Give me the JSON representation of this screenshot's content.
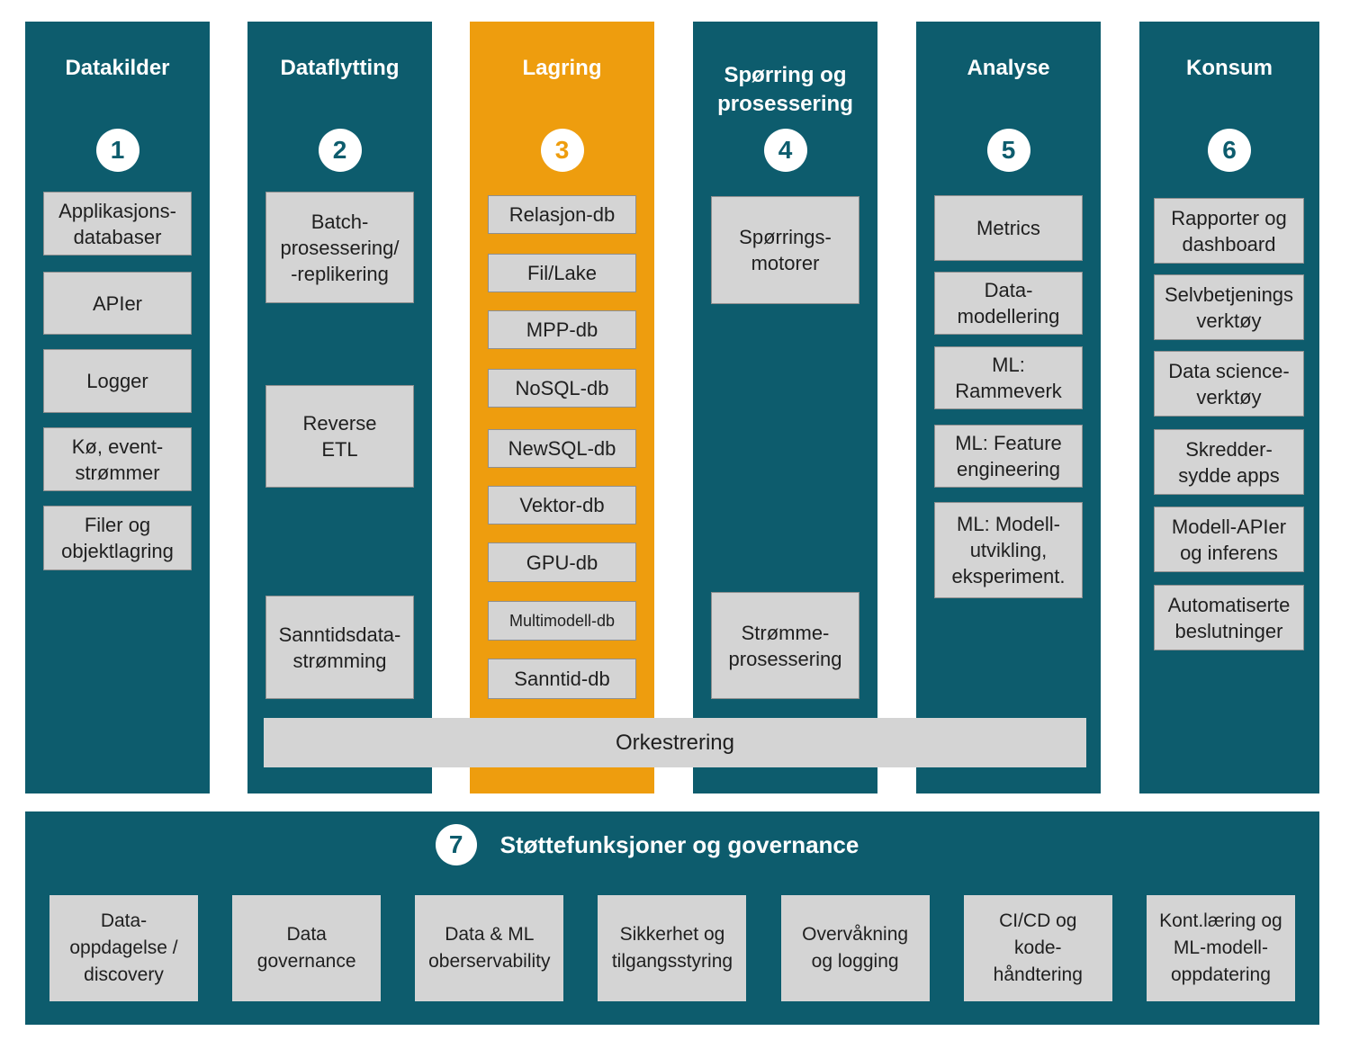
{
  "colors": {
    "teal": "#0d5c6d",
    "orange": "#ee9d0e",
    "box_gray": "#d4d4d4",
    "box_border": "#8f8f8f",
    "text_dark": "#1f1f1f",
    "white": "#ffffff"
  },
  "columns": [
    {
      "number": "1",
      "title": "Datakilder",
      "boxes": [
        "Applikasjons-\ndatabaser",
        "APIer",
        "Logger",
        "Kø, event-\nstrømmer",
        "Filer og\nobjektlagring"
      ]
    },
    {
      "number": "2",
      "title": "Dataflytting",
      "boxes": [
        "Batch-\nprosessering/\n-replikering",
        "Reverse\nETL",
        "Sanntidsdata-\nstrømming"
      ]
    },
    {
      "number": "3",
      "title": "Lagring",
      "boxes": [
        "Relasjon-db",
        "Fil/Lake",
        "MPP-db",
        "NoSQL-db",
        "NewSQL-db",
        "Vektor-db",
        "GPU-db",
        "Multimodell-db",
        "Sanntid-db"
      ]
    },
    {
      "number": "4",
      "title": "Spørring og\nprosessering",
      "boxes": [
        "Spørrings-\nmotorer",
        "Strømme-\nprosessering"
      ]
    },
    {
      "number": "5",
      "title": "Analyse",
      "boxes": [
        "Metrics",
        "Data-\nmodellering",
        "ML:\nRammeverk",
        "ML: Feature\nengineering",
        "ML: Modell-\nutvikling,\neksperiment."
      ]
    },
    {
      "number": "6",
      "title": "Konsum",
      "boxes": [
        "Rapporter og\ndashboard",
        "Selvbetjenings\nverktøy",
        "Data science-\nverktøy",
        "Skredder-\nsydde apps",
        "Modell-APIer\nog inferens",
        "Automatiserte\nbeslutninger"
      ]
    }
  ],
  "orchestration": {
    "label": "Orkestrering"
  },
  "support": {
    "number": "7",
    "title": "Støttefunksjoner og governance",
    "boxes": [
      "Data-\noppdagelse /\ndiscovery",
      "Data\ngovernance",
      "Data & ML\noberservability",
      "Sikkerhet og\ntilgangsstyring",
      "Overvåkning\nog logging",
      "CI/CD og\nkode-\nhåndtering",
      "Kont.læring og\nML-modell-\noppdatering"
    ]
  }
}
